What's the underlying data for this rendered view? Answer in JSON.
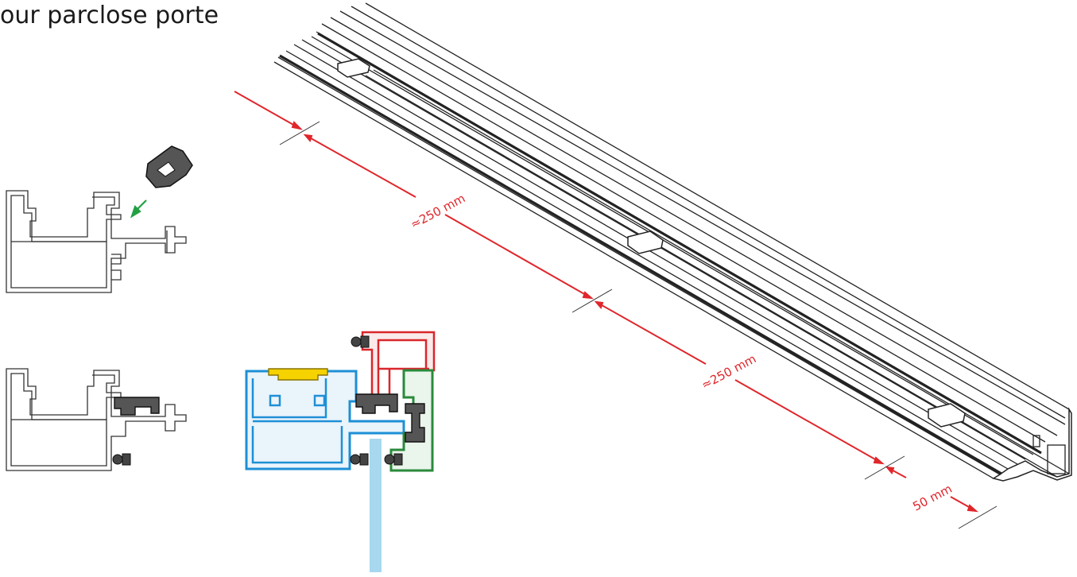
{
  "title": "our parclose porte",
  "dimensions": {
    "d1": "≈250 mm",
    "d2": "≈250 mm",
    "d3": "50 mm"
  },
  "colors": {
    "dimension": "#e0262b",
    "outline": "#222222",
    "profile_blue": "#1e8fd6",
    "profile_green": "#2a8a3a",
    "profile_red": "#d9262b",
    "profile_yellow": "#f5d200",
    "gasket": "#555555",
    "glass": "#a7d8ef",
    "arrow": "#23a043"
  }
}
